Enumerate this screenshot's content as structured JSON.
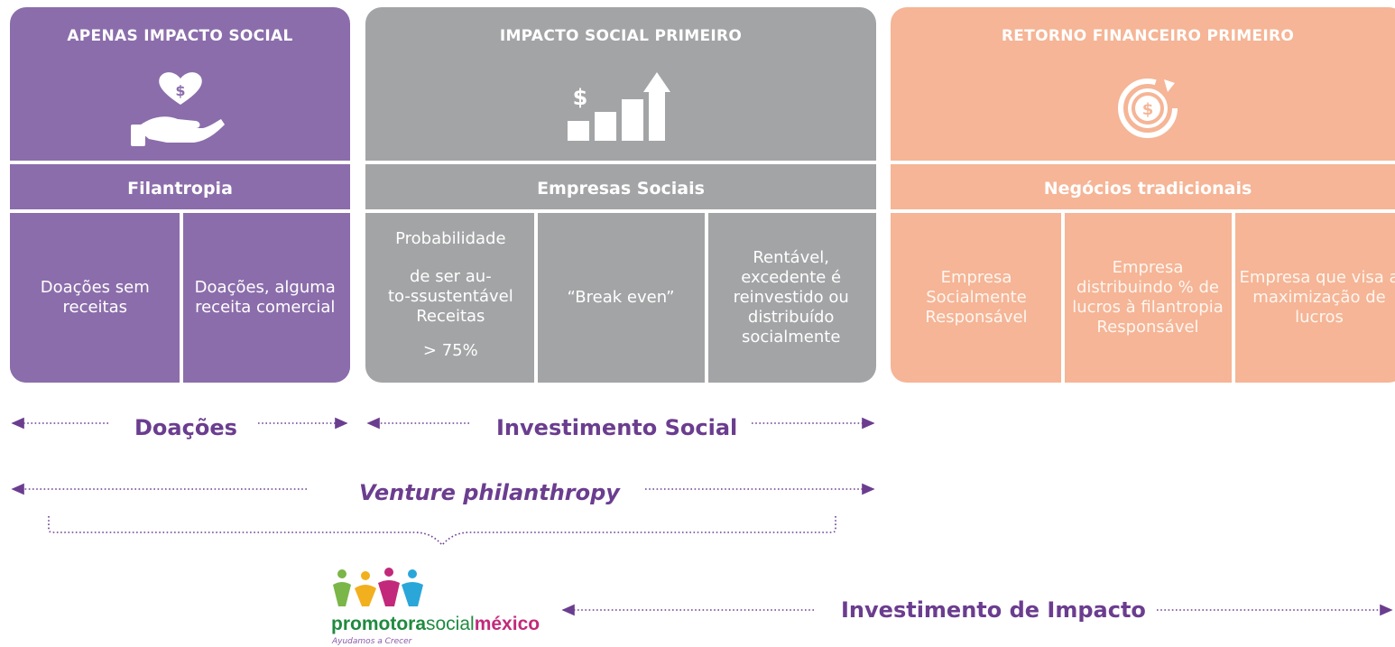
{
  "panels": {
    "apenas": {
      "title": "APENAS IMPACTO SOCIAL",
      "icon": "hand-heart-dollar-icon",
      "subtitle": "Filantropia",
      "cells": [
        "Doações sem receitas",
        "Doações, alguma receita comercial"
      ],
      "color": "#8b6dab"
    },
    "primeiro": {
      "title": "IMPACTO SOCIAL PRIMEIRO",
      "icon": "bar-chart-growth-dollar-icon",
      "subtitle": "Empresas Sociais",
      "cell1": {
        "line1": "Probabilidade",
        "line2": "de ser au-",
        "line3": "to-ssustentável",
        "line4": "Receitas",
        "line5": "> 75%"
      },
      "cell2": "“Break even”",
      "cell3": "Rentável, excedente é reinvestido ou distribuído socialmente",
      "color": "#a3a4a6"
    },
    "retorno": {
      "title": "RETORNO FINANCEIRO PRIMEIRO",
      "icon": "circular-dollar-icon",
      "subtitle": "Negócios tradicionais",
      "cells": [
        "Empresa Socialmente Responsável",
        "Empresa distribuindo % de lucros à filantropia Responsável",
        "Empresa que visa a maximização de lucros"
      ],
      "color": "#f5b596"
    }
  },
  "arrows": {
    "doacoes": "Doações",
    "investimento_social": "Investimento Social",
    "venture": "Venture philanthropy",
    "impacto": "Investimento de Impacto"
  },
  "logo": {
    "word1": "promotora",
    "word2": "social",
    "word3": "méxico",
    "tagline": "Ayudamos a Crecer"
  },
  "accent_color": "#6b3d8f"
}
